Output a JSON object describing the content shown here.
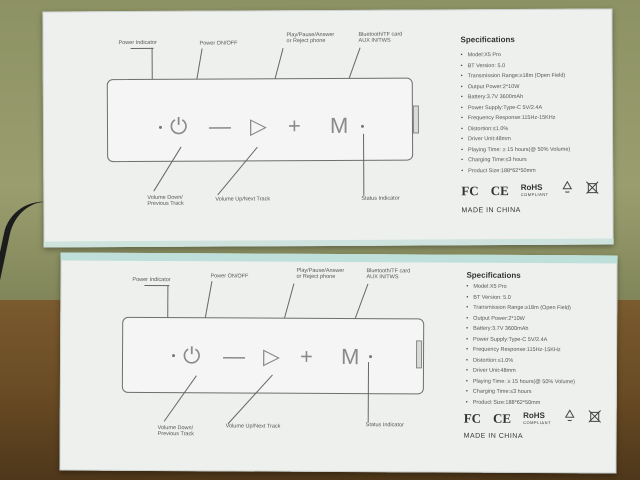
{
  "box": {
    "callouts": {
      "power_indicator": "Power Indicator",
      "power_onoff": "Power ON/OFF",
      "play_line1": "Play/Pause/Answer",
      "play_line2": "or Reject phone",
      "bt_line1": "Bluetooth/TF card",
      "bt_line2": "AUX IN/TWS",
      "vol_down_line1": "Volume Down/",
      "vol_down_line2": "Previous Track",
      "vol_up": "Volume Up/Next Track",
      "status": "Status Indicator"
    },
    "buttons": {
      "power": "⏻",
      "minus": "—",
      "play": "▷",
      "plus": "+",
      "mode": "M"
    },
    "specs_title": "Specifications",
    "specs": [
      "Model:X5 Pro",
      "BT Version: 5.0",
      "Transmission Range:≥18m (Open Field)",
      "Output Power:2*10W",
      "Battery:3.7V 3600mAh",
      "Power Supply:Type-C 5V/2.4A",
      "Frequency Response:115Hz-15KHz",
      "Distortion:≤1.0%",
      "Driver Unit:48mm",
      "Playing Time: ≥ 15 hours(@ 50% Volume)",
      "Charging Time:≤3 hours",
      "Product Size:188*62*50mm"
    ],
    "certs": {
      "fc": "FC",
      "ce": "CE",
      "rohs": "RoHS",
      "rohs_sub": "COMPLIANT"
    },
    "made_in": "MADE IN CHINA"
  }
}
